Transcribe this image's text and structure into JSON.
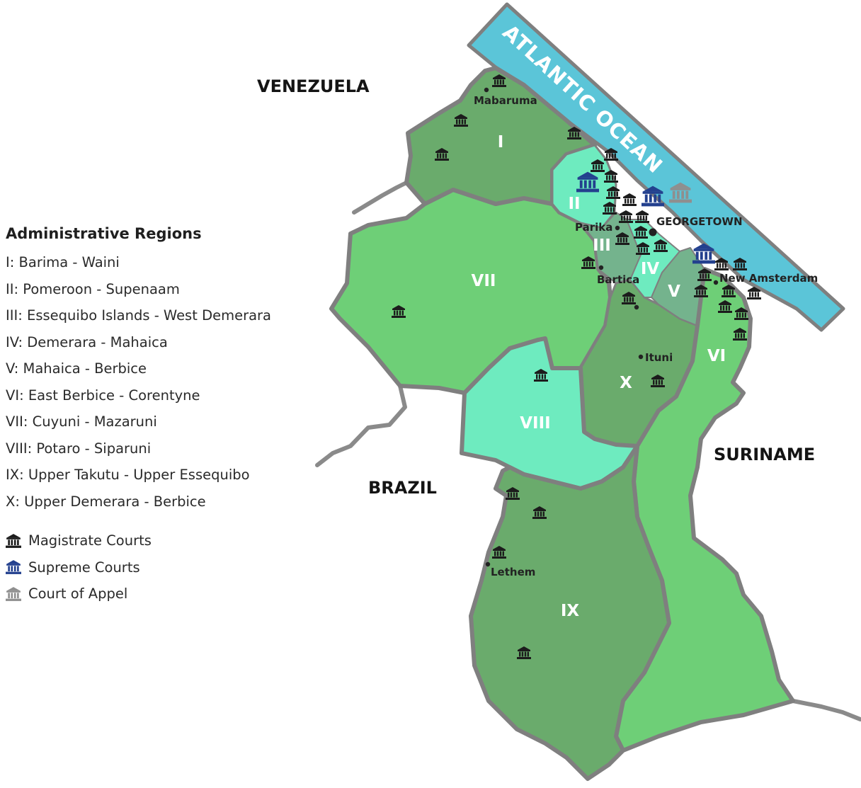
{
  "legend": {
    "title": "Administrative Regions",
    "regions": [
      "I: Barima - Waini",
      "II: Pomeroon - Supenaam",
      "III: Essequibo Islands - West Demerara",
      "IV: Demerara - Mahaica",
      "V: Mahaica - Berbice",
      "VI: East Berbice - Corentyne",
      "VII: Cuyuni - Mazaruni",
      "VIII: Potaro - Siparuni",
      "IX: Upper Takutu - Upper Essequibo",
      "X: Upper Demerara - Berbice"
    ],
    "court_types": [
      {
        "label": "Magistrate Courts",
        "icon": "magistrate-court-icon",
        "color": "#1c1c1c"
      },
      {
        "label": "Supreme Courts",
        "icon": "supreme-court-icon",
        "color": "#23408e"
      },
      {
        "label": "Court of Appel",
        "icon": "court-of-appeal-icon",
        "color": "#8f8f8f"
      }
    ]
  },
  "map": {
    "ocean_label": "ATLANTIC OCEAN",
    "countries": {
      "venezuela": "VENEZUELA",
      "suriname": "SURINAME",
      "brazil": "BRAZIL"
    },
    "region_labels": {
      "I": "I",
      "II": "II",
      "III": "III",
      "IV": "IV",
      "V": "V",
      "VI": "VI",
      "VII": "VII",
      "VIII": "VIII",
      "IX": "IX",
      "X": "X"
    },
    "towns": {
      "mabaruma": "Mabaruma",
      "parika": "Parika",
      "georgetown": "GEORGETOWN",
      "bartica": "Bartica",
      "new_amsterdam": "New Amsterdam",
      "ituni": "Ituni",
      "lethem": "Lethem"
    },
    "colors": {
      "ocean": "#5bc5d8",
      "dark_green": "#6aab6c",
      "mid_green": "#6ecf77",
      "light_teal": "#6eebbf",
      "grey_teal": "#74b38d",
      "border": "#7f7f7f",
      "magistrate": "#1c1c1c",
      "supreme": "#23408e",
      "appeal": "#8f8f8f"
    }
  }
}
